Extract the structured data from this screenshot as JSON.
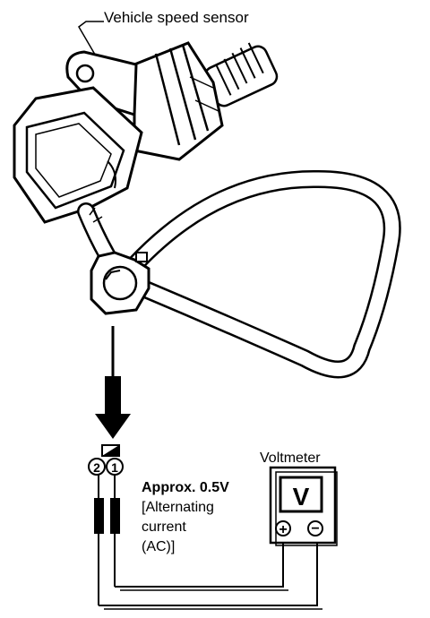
{
  "labels": {
    "sensor": "Vehicle speed sensor",
    "voltmeter": "Voltmeter",
    "voltmeter_face": "V",
    "plus": "+",
    "minus": "−",
    "reading_value": "Approx. 0.5V",
    "reading_type_lines": [
      "[Alternating",
      "current",
      "(AC)]"
    ]
  },
  "connector_pins": [
    "2",
    "1"
  ]
}
